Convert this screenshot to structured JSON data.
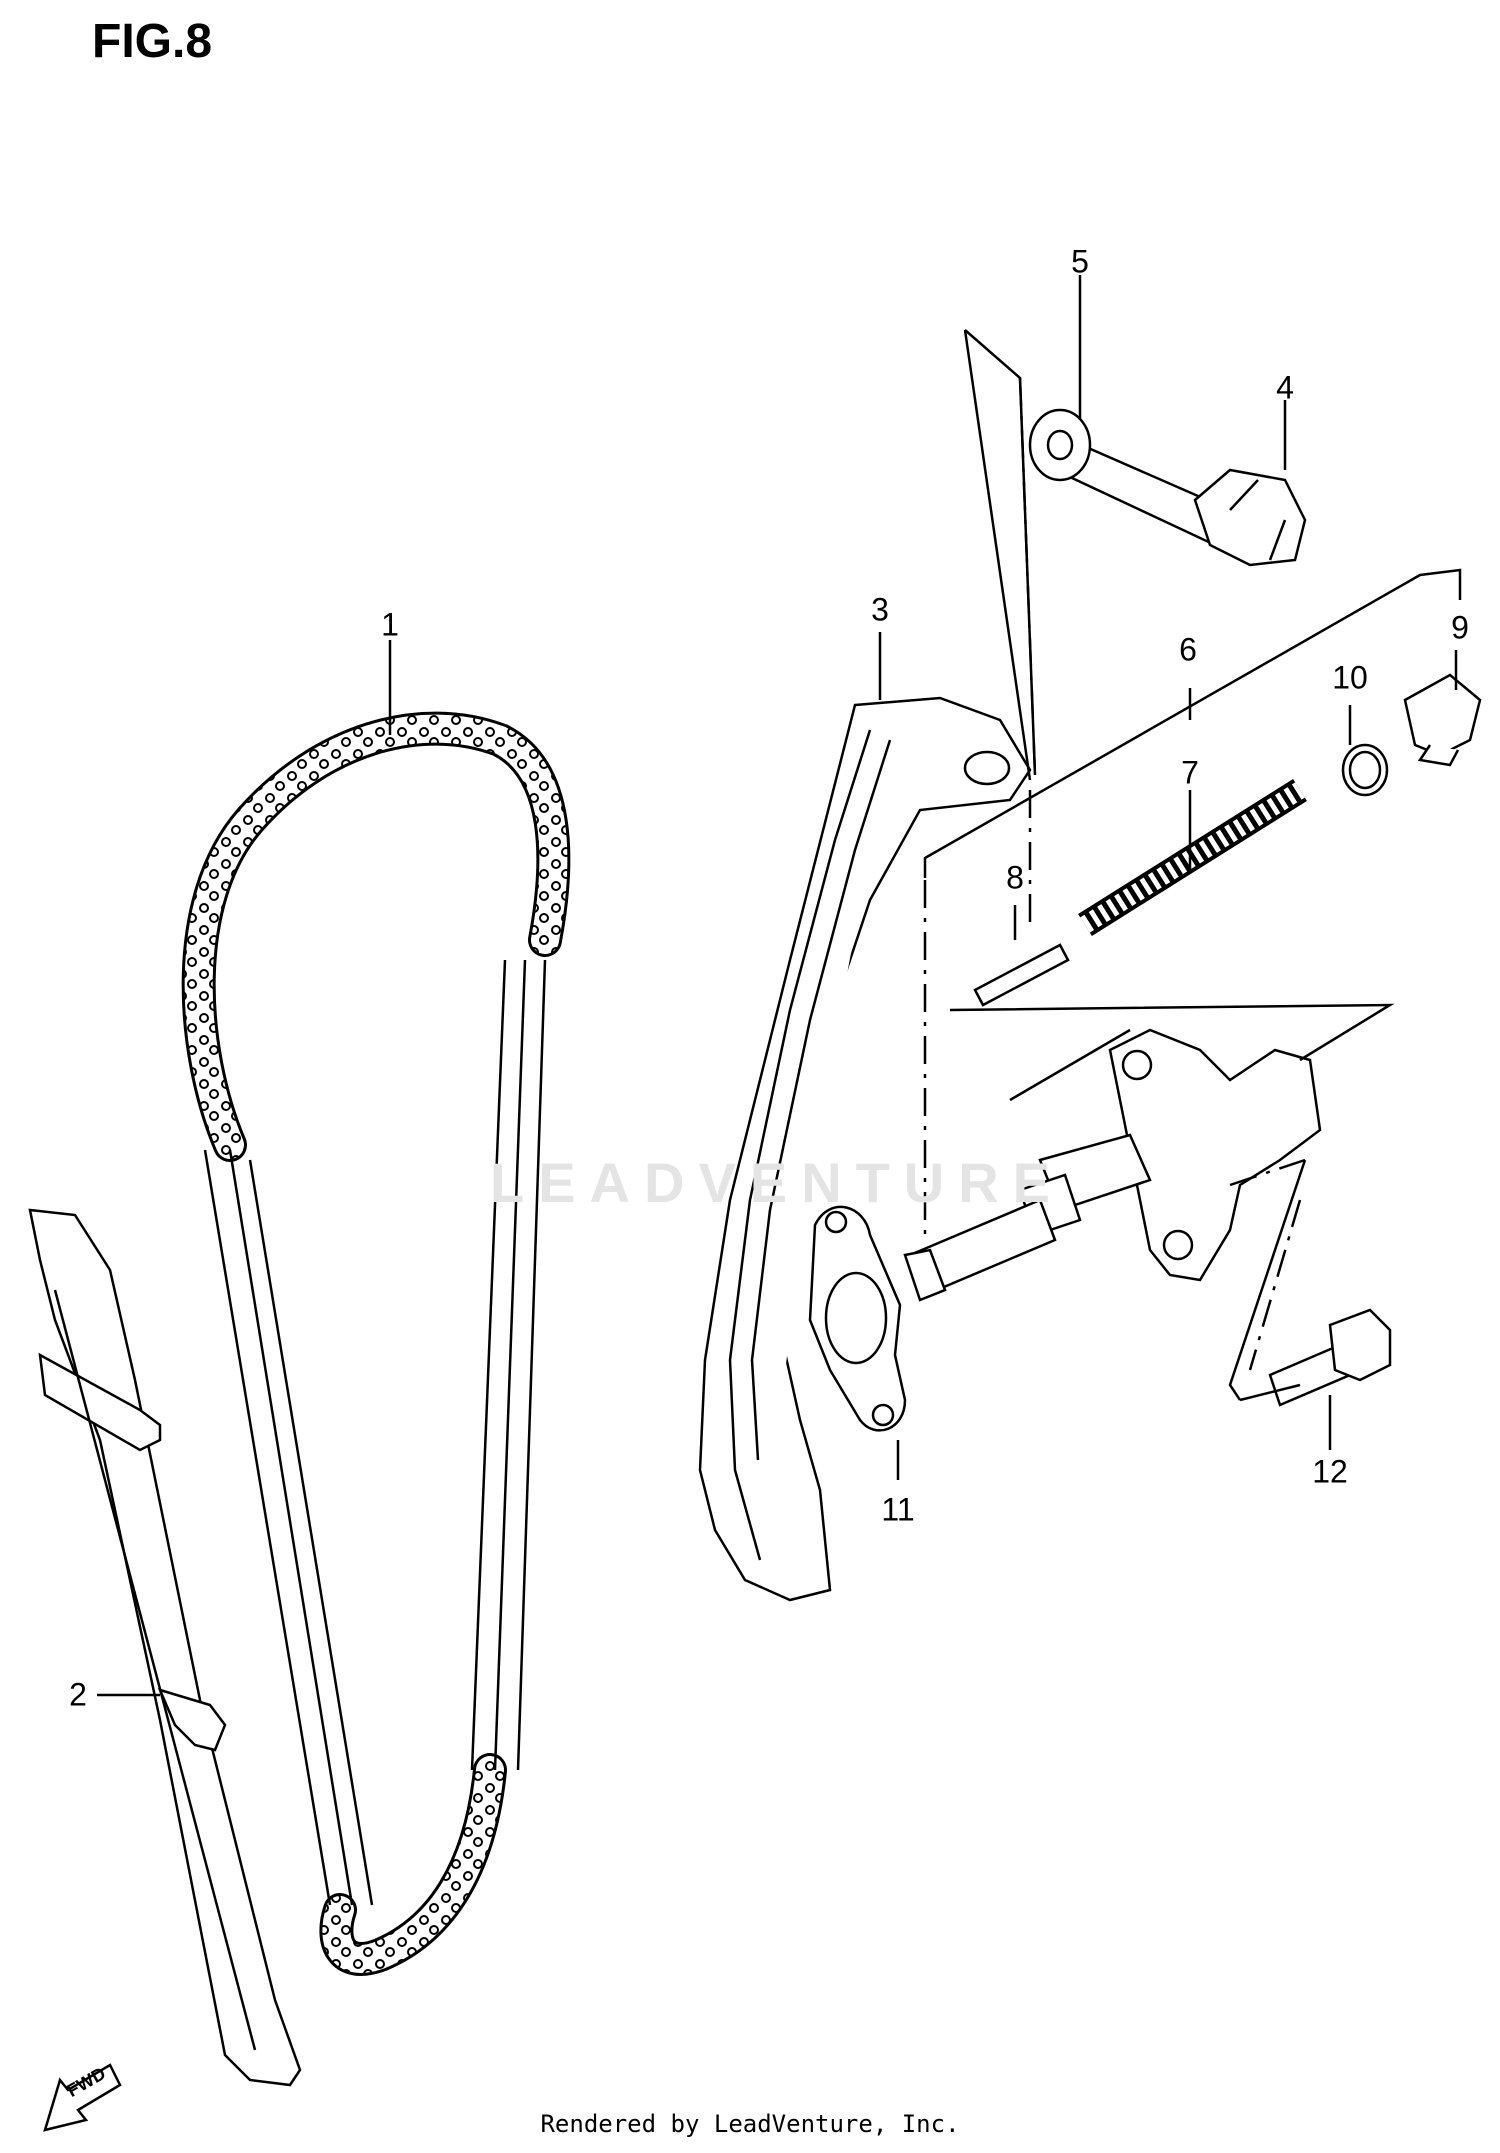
{
  "figure": {
    "title": "FIG.8",
    "footer": "Rendered by LeadVenture, Inc.",
    "watermark": "LEADVENTURE",
    "fwd_label": "FWD"
  },
  "callouts": [
    {
      "id": "1",
      "part": "cam-chain"
    },
    {
      "id": "2",
      "part": "chain-guide"
    },
    {
      "id": "3",
      "part": "tensioner-arm"
    },
    {
      "id": "4",
      "part": "bolt"
    },
    {
      "id": "5",
      "part": "washer"
    },
    {
      "id": "6",
      "part": "tensioner-assembly"
    },
    {
      "id": "7",
      "part": "spring"
    },
    {
      "id": "8",
      "part": "pin"
    },
    {
      "id": "9",
      "part": "plug"
    },
    {
      "id": "10",
      "part": "gasket-ring"
    },
    {
      "id": "11",
      "part": "gasket"
    },
    {
      "id": "12",
      "part": "tensioner-bolt"
    }
  ]
}
